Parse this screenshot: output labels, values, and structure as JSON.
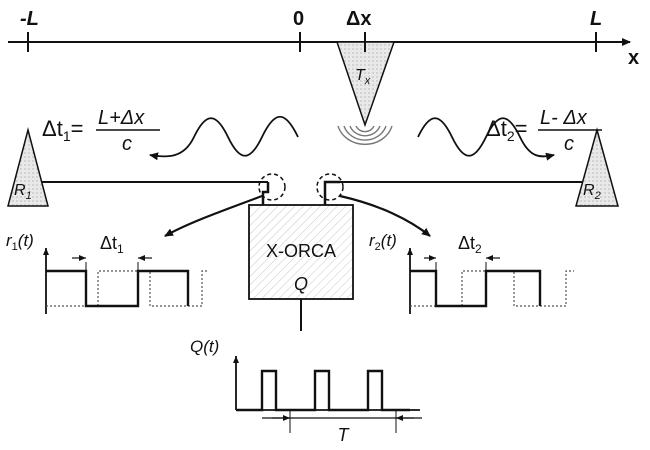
{
  "axis": {
    "neg_label": "-L",
    "zero_label": "0",
    "dx_label": "Δx",
    "pos_label": "L",
    "axis_name": "x"
  },
  "transmitter": {
    "label": "T",
    "sub": "x"
  },
  "receivers": {
    "r1": {
      "label": "R",
      "sub": "1"
    },
    "r2": {
      "label": "R",
      "sub": "2"
    }
  },
  "delay1": {
    "lhs": "Δt",
    "lhs_sub": "1",
    "eq": "=",
    "num": "L+Δx",
    "den": "c"
  },
  "delay2": {
    "lhs": "Δt",
    "lhs_sub": "2",
    "eq": "=",
    "num": "L- Δx",
    "den": "c"
  },
  "processor": {
    "name": "X-ORCA",
    "output": "Q"
  },
  "signal_r1": {
    "name": "r",
    "sub": "1",
    "arg": "(t)",
    "delay": "Δt",
    "delay_sub": "1"
  },
  "signal_r2": {
    "name": "r",
    "sub": "2",
    "arg": "(t)",
    "delay": "Δt",
    "delay_sub": "2"
  },
  "signal_q": {
    "name": "Q",
    "arg": "(t)",
    "period": "T"
  },
  "colors": {
    "ink": "#111111",
    "triangle_fill": "#e6e6e6",
    "dotted": "#555555"
  }
}
